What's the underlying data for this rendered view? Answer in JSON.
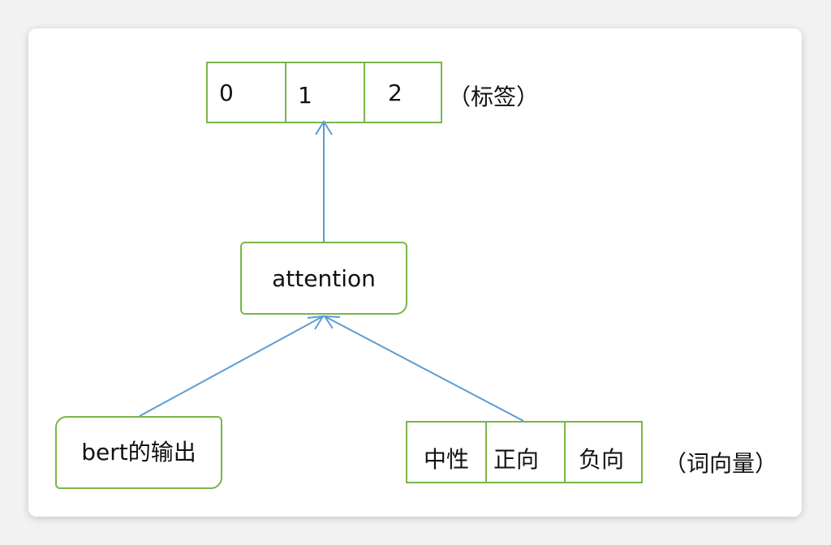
{
  "labels_box": {
    "cells": [
      "0",
      "1",
      "2"
    ],
    "side_label": "（标签）"
  },
  "attention_box": {
    "label": "attention"
  },
  "bert_box": {
    "label": "bert的输出"
  },
  "wordvec_box": {
    "cells": [
      "中性",
      "正向",
      "负向"
    ],
    "side_label": "（词向量）"
  },
  "colors": {
    "box_border": "#7ab648",
    "arrow": "#5b9bd5"
  }
}
